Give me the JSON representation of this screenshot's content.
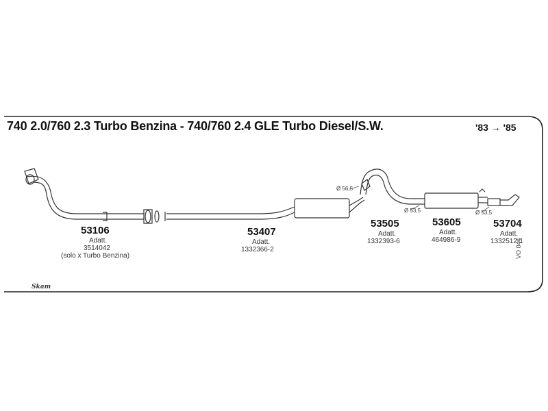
{
  "header": {
    "title": "740 2.0/760 2.3 Turbo Benzina - 740/760 2.4 GLE Turbo Diesel/S.W.",
    "years": "'83 → '85"
  },
  "parts": [
    {
      "code": "53106",
      "lines": [
        "Adatt.",
        "3514042",
        "(solo x Turbo Benzina)"
      ]
    },
    {
      "code": "53407",
      "lines": [
        "Adatt.",
        "1332366-2"
      ]
    },
    {
      "code": "53505",
      "lines": [
        "Adatt.",
        "1332393-6"
      ]
    },
    {
      "code": "53605",
      "lines": [
        "Adatt.",
        "464986-9"
      ]
    },
    {
      "code": "53704",
      "lines": [
        "Adatt.",
        "1332512-1"
      ]
    }
  ],
  "dimensions": {
    "d1": "Ø 56,5",
    "d2": "Ø 53,5",
    "d3": "Ø 53,5"
  },
  "side_code": "VO 044",
  "logo": "Skam"
}
